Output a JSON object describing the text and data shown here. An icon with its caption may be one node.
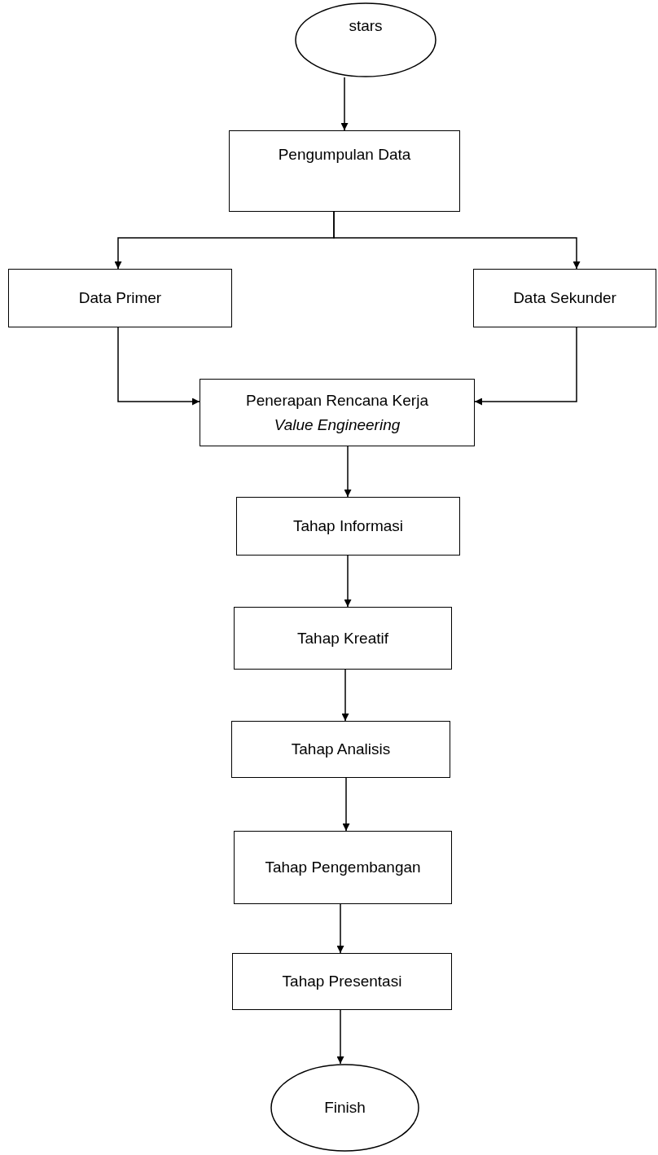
{
  "diagram": {
    "nodes": [
      {
        "text": [
          "stars"
        ]
      },
      {
        "text": [
          "Pengumpulan Data"
        ]
      },
      {
        "text": [
          "Data Primer"
        ]
      },
      {
        "text": [
          "Data Sekunder"
        ]
      },
      {
        "text": [
          "Penerapan Rencana Kerja *Value Engineering*"
        ]
      },
      {
        "text": [
          "Tahap Informasi"
        ]
      },
      {
        "text": [
          "Tahap Kreatif"
        ]
      },
      {
        "text": [
          "Tahap Analisis"
        ]
      },
      {
        "text": [
          "Tahap Pengembangan"
        ]
      },
      {
        "text": [
          "Tahap Presentasi"
        ]
      },
      {
        "text": [
          "Finish"
        ]
      }
    ],
    "edges": [
      {
        "from": 0,
        "to": 1,
        "arrow": "to"
      },
      {
        "from": 1,
        "to": 2,
        "arrow": "to"
      },
      {
        "from": 1,
        "to": 3,
        "arrow": "to"
      },
      {
        "from": 2,
        "to": 4,
        "arrow": "to"
      },
      {
        "from": 3,
        "to": 4,
        "arrow": "to"
      },
      {
        "from": 4,
        "to": 5,
        "arrow": "to"
      },
      {
        "from": 5,
        "to": 6,
        "arrow": "to"
      },
      {
        "from": 6,
        "to": 7,
        "arrow": "to"
      },
      {
        "from": 7,
        "to": 8,
        "arrow": "to"
      },
      {
        "from": 8,
        "to": 9,
        "arrow": "to"
      },
      {
        "from": 9,
        "to": 10,
        "arrow": "to"
      }
    ]
  }
}
